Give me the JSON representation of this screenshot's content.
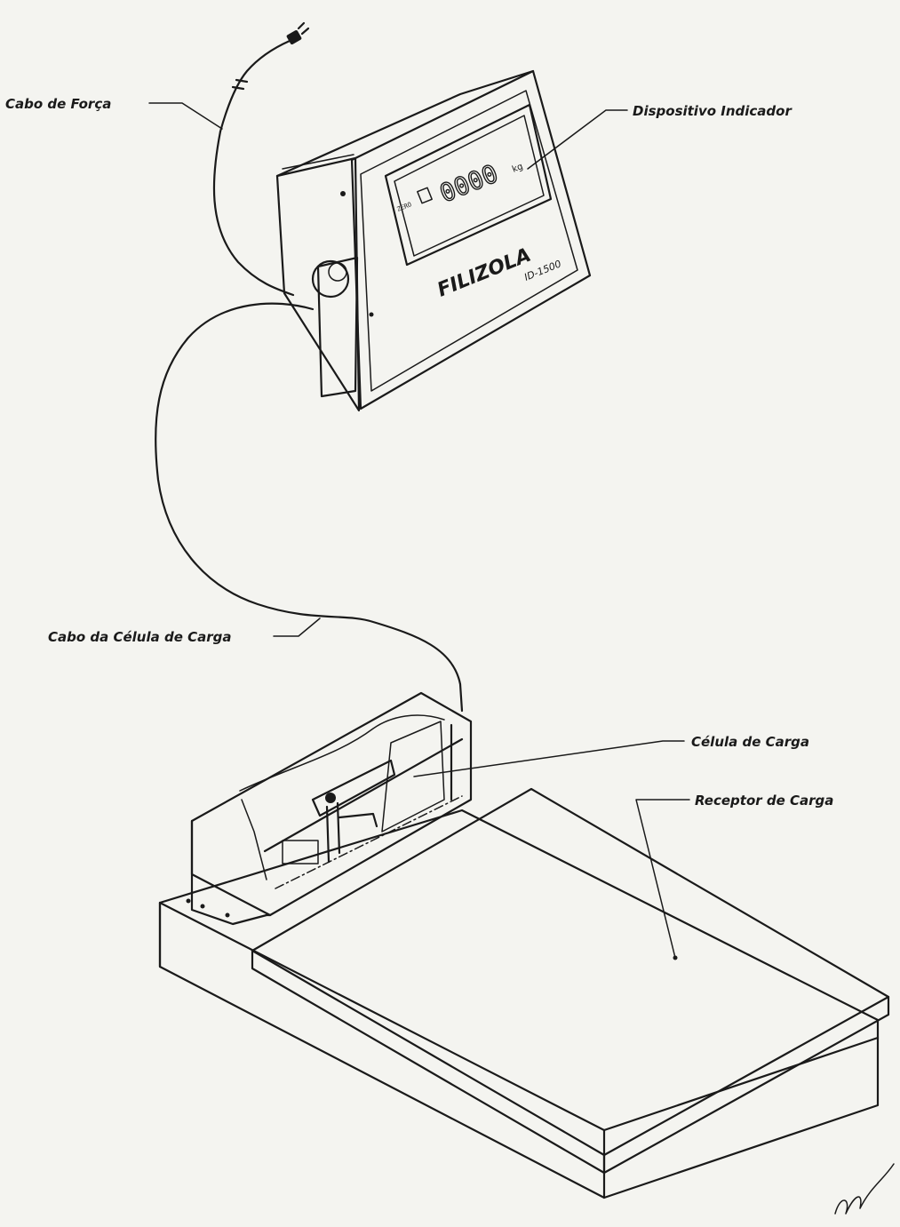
{
  "labels": {
    "power_cable": "Cabo de Força",
    "indicator_device": "Dispositivo Indicador",
    "load_cell_cable": "Cabo da Célula de Carga",
    "load_cell": "Célula de Carga",
    "load_receiver": "Receptor de Carga"
  },
  "indicator": {
    "display_value": "0000",
    "unit": "kg",
    "zero_label": "ZERO",
    "brand": "FILIZOLA",
    "model": "ID-1500"
  },
  "colors": {
    "ink": "#1a1a1a",
    "paper": "#f4f4f0"
  }
}
